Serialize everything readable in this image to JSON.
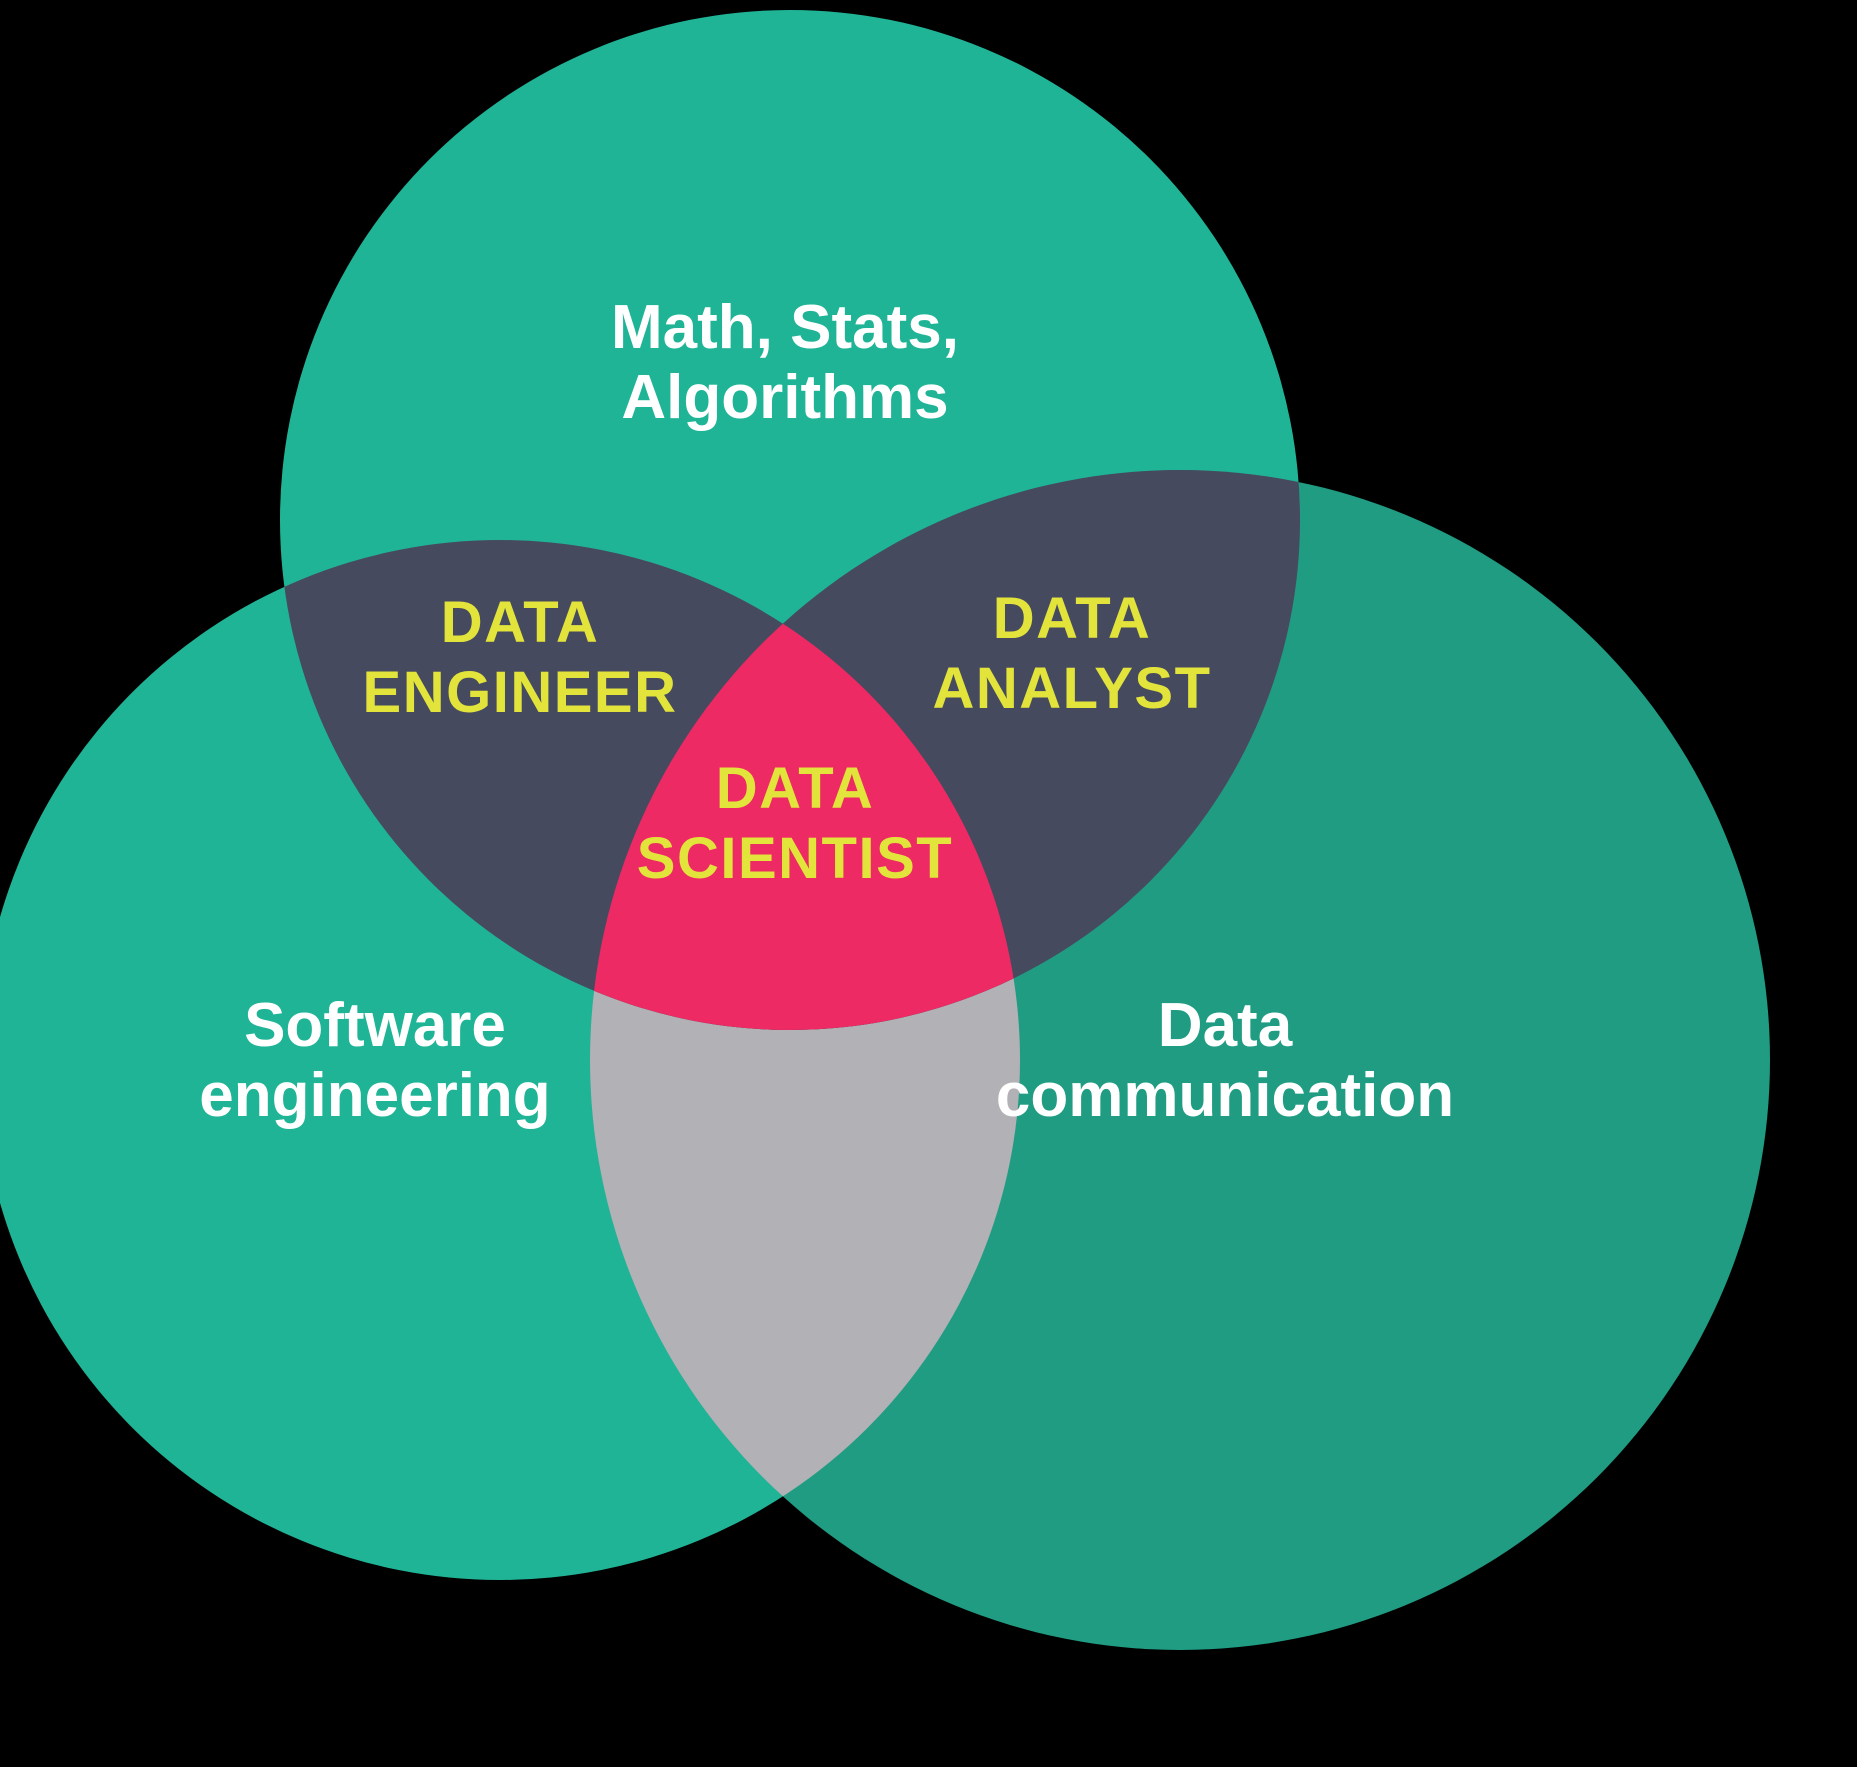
{
  "diagram": {
    "background_color": "#000000",
    "colors": {
      "teal": "#20b497",
      "teal_dark": "#1f9c82",
      "overlap_slate": "#464a5f",
      "overlap_gray": "#b2b1b5",
      "overlap_pink": "#ed2a63",
      "label_white": "#ffffff",
      "label_yellow": "#e2e33b"
    },
    "circles": {
      "top": {
        "label_line1": "Math, Stats,",
        "label_line2": "Algorithms"
      },
      "left": {
        "label_line1": "Software",
        "label_line2": "engineering"
      },
      "right": {
        "label_line1": "Data",
        "label_line2": "communication"
      }
    },
    "overlaps": {
      "top_left": {
        "label_line1": "DATA",
        "label_line2": "ENGINEER"
      },
      "top_right": {
        "label_line1": "DATA",
        "label_line2": "ANALYST"
      },
      "center": {
        "label_line1": "DATA",
        "label_line2": "SCIENTIST"
      }
    }
  }
}
